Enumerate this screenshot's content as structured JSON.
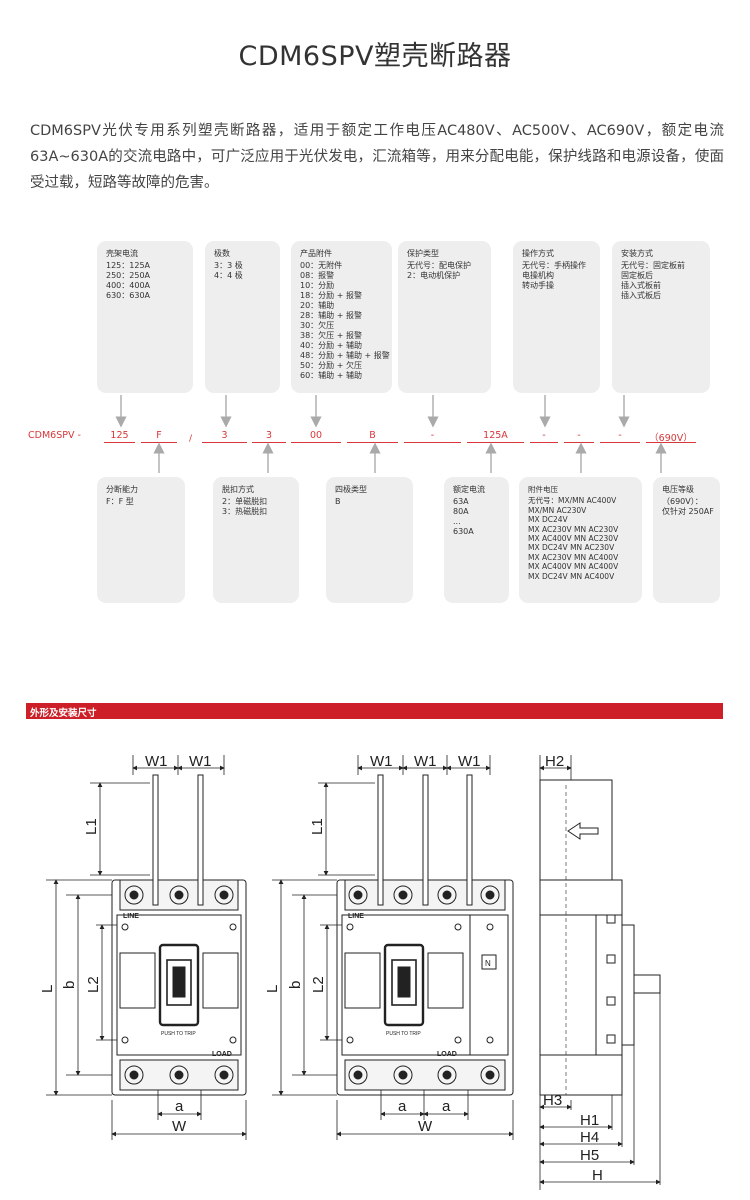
{
  "title": "CDM6SPV塑壳断路器",
  "intro": "CDM6SPV光伏专用系列塑壳断路器，适用于额定工作电压AC480V、AC500V、AC690V，额定电流63A~630A的交流电路中，可广泛应用于光伏发电，汇流箱等，用来分配电能，保护线路和电源设备，使面受过载，短路等故障的危害。",
  "top_boxes": [
    {
      "title": "壳架电流",
      "lines": [
        "125：125A",
        "250：250A",
        "400：400A",
        "630：630A"
      ]
    },
    {
      "title": "极数",
      "lines": [
        "3：3 极",
        "4：4 极"
      ]
    },
    {
      "title": "产品附件",
      "lines": [
        "00：无附件",
        "08：报警",
        "10：分励",
        "18：分励 + 报警",
        "20：辅助",
        "28：辅助 + 报警",
        "30：欠压",
        "38：欠压 + 报警",
        "40：分励 + 辅助",
        "48：分励 + 辅助 + 报警",
        "50：分励 + 欠压",
        "60：辅助 + 辅助"
      ]
    },
    {
      "title": "保护类型",
      "lines": [
        "无代号：配电保护",
        "2：电动机保护"
      ]
    },
    {
      "title": "操作方式",
      "lines": [
        "无代号：手柄操作",
        "电操机构",
        "转动手操"
      ]
    },
    {
      "title": "安装方式",
      "lines": [
        "无代号：固定板前",
        "固定板后",
        "插入式板前",
        "插入式板后"
      ]
    }
  ],
  "code": {
    "prefix": "CDM6SPV -",
    "separator": "/",
    "segments": [
      "125",
      "F",
      "3",
      "3",
      "00",
      "B",
      "-",
      "125A",
      "-",
      "-",
      "-",
      "（690V）"
    ]
  },
  "bottom_boxes": [
    {
      "title": "分断能力",
      "lines": [
        "F：F 型"
      ]
    },
    {
      "title": "脱扣方式",
      "lines": [
        "2：单磁脱扣",
        "3：热磁脱扣"
      ]
    },
    {
      "title": "四极类型",
      "lines": [
        "B"
      ]
    },
    {
      "title": "额定电流",
      "lines": [
        "63A",
        "80A",
        "...",
        "630A"
      ]
    },
    {
      "title": "附件电压",
      "lines": [
        "无代号：MX/MN AC400V",
        "MX/MN AC230V",
        "MX DC24V",
        "MX AC230V MN AC230V",
        "MX AC400V MN AC230V",
        "MX DC24V  MN AC230V",
        "MX AC230V MN AC400V",
        "MX AC400V MN AC400V",
        "MX DC24V MN AC400V"
      ]
    },
    {
      "title": "电压等级",
      "lines": [
        "（690V）：",
        "仅针对 250AF"
      ]
    }
  ],
  "section_title": "外形及安装尺寸",
  "dims": {
    "W1": "W1",
    "L1": "L1",
    "L": "L",
    "b": "b",
    "L2": "L2",
    "a": "a",
    "W": "W",
    "H": "H",
    "H1": "H1",
    "H2": "H2",
    "H3": "H3",
    "H4": "H4",
    "H5": "H5",
    "line": "LINE",
    "load": "LOAD",
    "test": "PUSH TO TRIP",
    "n": "N"
  },
  "colors": {
    "accent": "#cc1f27",
    "code_red": "#d7373a",
    "box_bg": "#eeeeee"
  }
}
